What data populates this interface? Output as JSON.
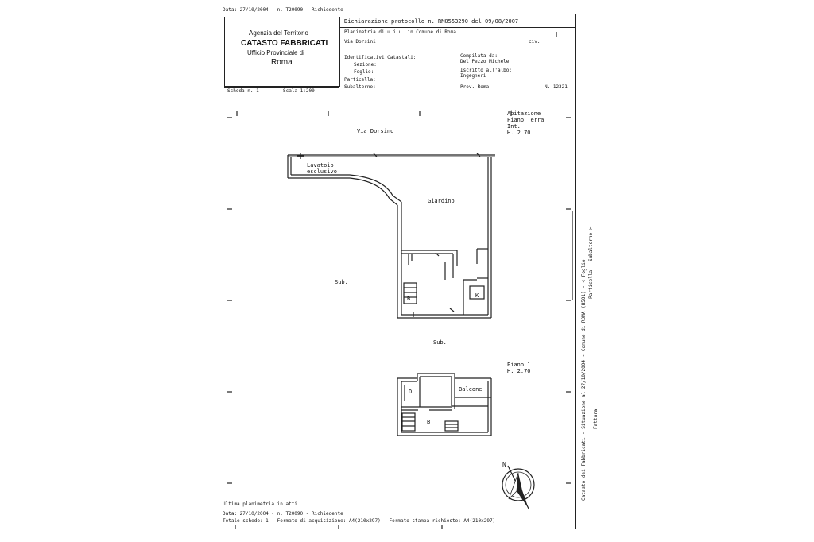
{
  "top_note": "Data: 27/10/2004 - n. T20090 - Richiedente",
  "agency": {
    "line1": "Agenzia del Territorio",
    "line2": "CATASTO FABBRICATI",
    "line3": "Ufficio Provinciale di",
    "line4": "Roma"
  },
  "header_right": {
    "dichiarazione": "Dichiarazione protocollo n. RM0553290 del 09/08/2007",
    "planimetria": "Planimetria di u.i.u. in Comune di Roma",
    "via": "Via Dorsini",
    "civ": "civ.",
    "identificativi": "Identificativi Catastali:",
    "sezione": "Sezione:",
    "foglio": "Foglio:",
    "particella": "Particella:",
    "subalterno": "Subalterno:",
    "compilata": "Compilata da:",
    "compilata_name": "Del Pezzo Michele",
    "iscritto": "Iscritto all'albo:",
    "iscritto_val": "Ingegneri",
    "prov": "Prov. Roma",
    "num": "N. 12321"
  },
  "scheda": "Scheda n. 1",
  "scala": "Scala 1:200",
  "piano_terra": {
    "title": "Abitazione",
    "line2": "Piano Terra",
    "line3": "Int.",
    "h": "H. 2.70"
  },
  "piano_1": {
    "title": "Piano 1",
    "h": "H. 2.70"
  },
  "labels": {
    "via_dorsino": "Via Dorsino",
    "lavatoio": "Lavatoio",
    "esclusivo": "esclusivo",
    "giardino": "Giardino",
    "sub1": "Sub.",
    "sub2": "Sub.",
    "b1": "B",
    "k": "K",
    "d": "D",
    "balcone": "Balcone",
    "b2": "B"
  },
  "footer": {
    "line1": "Ultima planimetria in atti",
    "line2": "Data: 27/10/2004 - n. T20090 - Richiedente",
    "line3": "Totale schede: 1 - Formato di acquisizione: A4(210x297) - Formato stampa richiesto: A4(210x297)"
  },
  "side": {
    "s1": "Catasto dei Fabbricati - Situazione al 27/10/2004 - Comune di ROMA (H501) - < Foglio",
    "s2": "Particella - Subalterno >",
    "s3": "Fattura"
  }
}
